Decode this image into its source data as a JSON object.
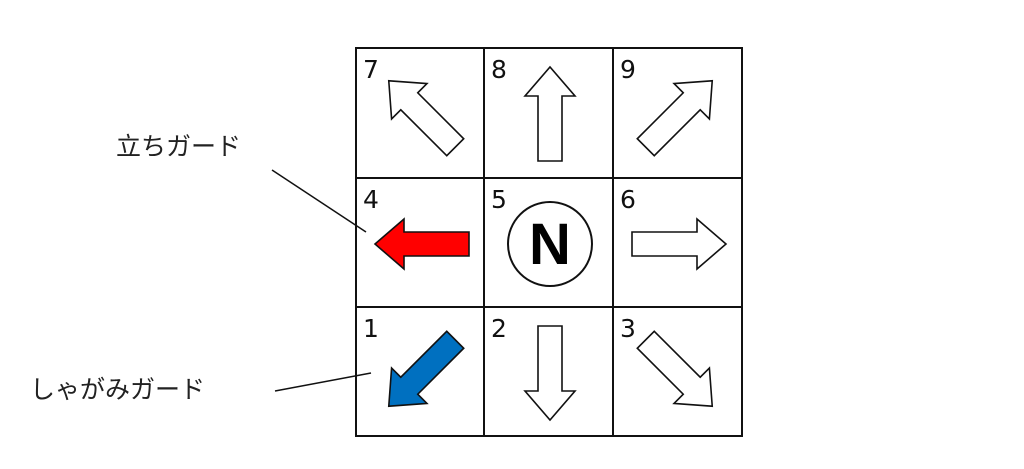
{
  "labels": {
    "standing_guard": "立ちガード",
    "crouching_guard": "しゃがみガード"
  },
  "neutral_symbol": "N",
  "colors": {
    "standing_guard": "#ff0000",
    "crouching_guard": "#0070c0",
    "default_arrow": "#ffffff"
  },
  "cells": [
    {
      "number": "7",
      "direction": "up-left",
      "highlight": null
    },
    {
      "number": "8",
      "direction": "up",
      "highlight": null
    },
    {
      "number": "9",
      "direction": "up-right",
      "highlight": null
    },
    {
      "number": "4",
      "direction": "left",
      "highlight": "standing_guard"
    },
    {
      "number": "5",
      "direction": "neutral",
      "highlight": null
    },
    {
      "number": "6",
      "direction": "right",
      "highlight": null
    },
    {
      "number": "1",
      "direction": "down-left",
      "highlight": "crouching_guard"
    },
    {
      "number": "2",
      "direction": "down",
      "highlight": null
    },
    {
      "number": "3",
      "direction": "down-right",
      "highlight": null
    }
  ]
}
